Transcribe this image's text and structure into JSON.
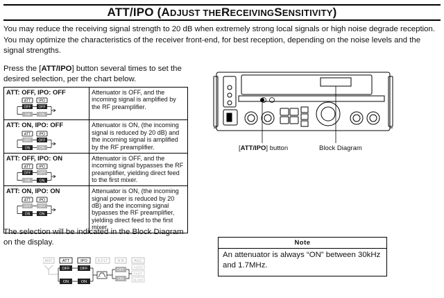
{
  "heading": {
    "main": "ATT/IPO (",
    "sub_prefix": "A",
    "sub_rest1": "DJUST THE ",
    "sub_R": "R",
    "sub_rest2": "ECEIVING ",
    "sub_S": "S",
    "sub_rest3": "ENSITIVITY",
    "close": ")"
  },
  "intro": "You may reduce the receiving signal strength to 20 dB when extremely strong local signals or high noise degrade reception. You may optimize the characteristics of the receiver front-end, for best reception, depending on the noise levels and the signal strengths.",
  "lead": {
    "pre": "Press the [",
    "button": "ATT/IPO",
    "post": "] button several times to set the desired selection, per the chart below."
  },
  "labels": {
    "att": "ATT",
    "ipo": "IPO",
    "on": "ON",
    "off": "OFF",
    "rflt": "R.FLT",
    "nb": "N B",
    "agc": "AGC",
    "ant": "ANT",
    "auto": "AUTO",
    "fast": "FAST",
    "slow": "SLOW"
  },
  "table": [
    {
      "key": "ATT: OFF, IPO: OFF",
      "desc": "Attenuator is OFF, and the incoming signal is amplified by the RF preamplifier."
    },
    {
      "key": "ATT: ON, IPO: OFF",
      "desc": "Attenuator is ON, (the incoming signal is reduced by 20 dB) and the incoming signal is amplified by the RF preamplifier."
    },
    {
      "key": "ATT: OFF, IPO: ON",
      "desc": "Attenuator is OFF, and the incoming signal bypasses the RF preamplifier, yielding direct feed to the first mixer."
    },
    {
      "key": "ATT: ON, IPO: ON",
      "desc": "Attenuator is ON, (the incoming signal power is reduced by 20 dB) and the incoming signal bypasses the RF preamplifier, yielding direct feed to the first mixer."
    }
  ],
  "footer": "The selection will be indicated in the Block Diagram on the display.",
  "radio": {
    "button_pre": "[",
    "button_name": "ATT/IPO",
    "button_post": "] button",
    "block_caption": "Block Diagram"
  },
  "note": {
    "title": "Note",
    "text": "An attenuator is always “ON” between 30kHz and 1.7MHz."
  },
  "colors": {
    "ink": "#111111",
    "lit": "#222222",
    "dim": "#b0b0b0"
  }
}
